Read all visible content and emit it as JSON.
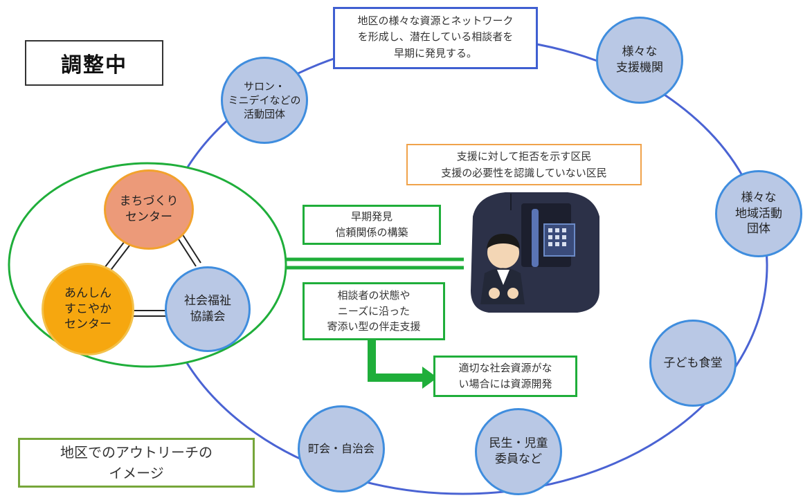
{
  "status_label": "調整中",
  "caption": "地区でのアウトリーチの\nイメージ",
  "outer_nodes": [
    {
      "key": "salon",
      "text": "サロン・\nミニデイなどの\n活動団体"
    },
    {
      "key": "agencies",
      "text": "様々な\n支援機関"
    },
    {
      "key": "regional",
      "text": "様々な\n地域活動\n団体"
    },
    {
      "key": "kids",
      "text": "子ども食堂"
    },
    {
      "key": "minsei",
      "text": "民生・児童\n委員など"
    },
    {
      "key": "chokai",
      "text": "町会・自治会"
    }
  ],
  "inner_nodes": [
    {
      "key": "machi",
      "text": "まちづくり\nセンター"
    },
    {
      "key": "anshin",
      "text": "あんしん\nすこやか\nセンター"
    },
    {
      "key": "shakyo",
      "text": "社会福祉\n協議会"
    }
  ],
  "network_note": "地区の様々な資源とネットワーク\nを形成し、潜在している相談者を\n早期に発見する。",
  "refusing_note": "支援に対して拒否を示す区民\n支援の必要性を認識していない区民",
  "early_detection": "早期発見\n信頼関係の構築",
  "accompany_support": "相談者の状態や\nニーズに沿った\n寄添い型の伴走支援",
  "resource_dev": "適切な社会資源がな\nい場合には資源開発",
  "colors": {
    "ring": "#4a63d3",
    "green": "#1fae3a",
    "blue_border": "#3f5fd1",
    "orange_border": "#f0a24a",
    "caption_border": "#76a63a"
  }
}
